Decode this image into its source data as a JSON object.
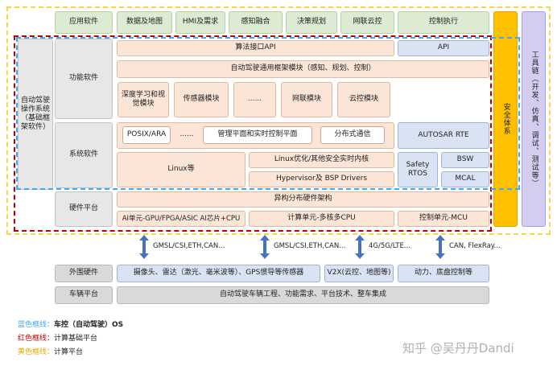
{
  "top_row": {
    "app_software": "应用软件",
    "items": [
      "数据及地图",
      "HMI及需求",
      "感知融合",
      "决策规划",
      "网联云控"
    ],
    "control_exec": "控制执行"
  },
  "left": {
    "os_label": "自动驾驶操作系统（基础框架软件）",
    "func_software": "功能软件",
    "sys_software": "系统软件",
    "hw_platform": "硬件平台"
  },
  "func": {
    "algo_api": "算法接口API",
    "api": "API",
    "framework": "自动驾驶通用框架模块（感知、规划、控制）",
    "modules": [
      "深度学习和视觉模块",
      "传感器模块",
      "......",
      "网联模块",
      "云控模块"
    ]
  },
  "sys": {
    "posix": "POSIX/ARA",
    "dots": "......",
    "mgmt": "管理平面和实时控制平面",
    "distcomm": "分布式通信",
    "autosar": "AUTOSAR RTE",
    "linux": "Linux等",
    "linux_opt": "Linux优化/其他安全实时内核",
    "hypervisor": "Hypervisor及 BSP Drivers",
    "safety_rtos": "Safety RTOS",
    "bsw": "BSW",
    "mcal": "MCAL"
  },
  "hw": {
    "hetero": "异构分布硬件架构",
    "ai_unit": "AI单元-GPU/FPGA/ASIC AI芯片+CPU",
    "compute_unit": "计算单元-多核多CPU",
    "control_unit": "控制单元-MCU"
  },
  "right": {
    "safety_system": "安全体系",
    "toolchain": "工具链（开发、仿真、调试、测试等）"
  },
  "interfaces": [
    "GMSL/CSI,ETH,CAN...",
    "GMSL/CSI,ETH,CAN...",
    "4G/5G/LTE...",
    "CAN, FlexRay..."
  ],
  "peripherals": {
    "label": "外围硬件",
    "sensors": "摄像头、雷达（激光、毫米波等）、GPS惯导等传感器",
    "v2x": "V2X(云控、地图等)",
    "power": "动力、底盘控制等"
  },
  "vehicle": {
    "label": "车辆平台",
    "content": "自动驾驶车辆工程、功能需求、平台技术、整车集成"
  },
  "legend": [
    {
      "key": "蓝色框线：",
      "value": "车控（自动驾驶）OS",
      "color": "#3fa9f5"
    },
    {
      "key": "红色框线：",
      "value": "计算基础平台",
      "color": "#c00000"
    },
    {
      "key": "黄色框线：",
      "value": "计算平台",
      "color": "#e6a800"
    }
  ],
  "watermark": "知乎 @吴丹丹Dandi"
}
